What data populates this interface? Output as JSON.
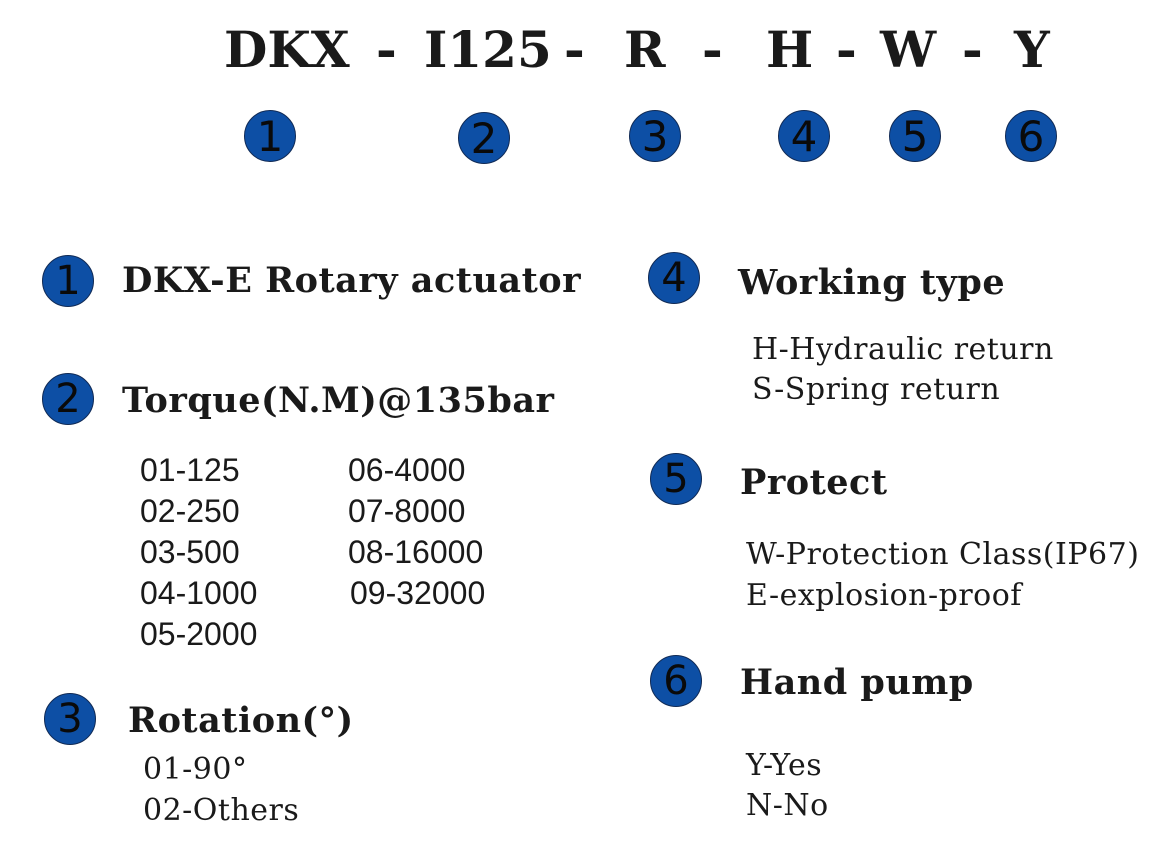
{
  "model_code": {
    "parts": [
      "DKX",
      "-",
      "I125",
      "-",
      "R",
      "-",
      "H",
      "-",
      "W",
      "-",
      "Y"
    ]
  },
  "markers": [
    "1",
    "2",
    "3",
    "4",
    "5",
    "6"
  ],
  "sections": {
    "s1": {
      "number": "1",
      "title": "DKX-E  Rotary actuator"
    },
    "s2": {
      "number": "2",
      "title": "Torque(N.M)@135bar",
      "col1": [
        "01-125",
        "02-250",
        "03-500",
        "04-1000",
        "05-2000"
      ],
      "col2": [
        "06-4000",
        "07-8000",
        "08-16000",
        "09-32000"
      ]
    },
    "s3": {
      "number": "3",
      "title": "Rotation(°)",
      "items": [
        "01-90°",
        "02-Others"
      ]
    },
    "s4": {
      "number": "4",
      "title": "Working type",
      "items": [
        "H-Hydraulic return",
        "S-Spring return"
      ]
    },
    "s5": {
      "number": "5",
      "title": "Protect",
      "items": [
        "W-Protection Class(IP67)",
        "E-explosion-proof"
      ]
    },
    "s6": {
      "number": "6",
      "title": "Hand pump",
      "items": [
        "Y-Yes",
        "N-No"
      ]
    }
  },
  "colors": {
    "badge": "#0d4fa5",
    "text": "#1a1a1a"
  }
}
